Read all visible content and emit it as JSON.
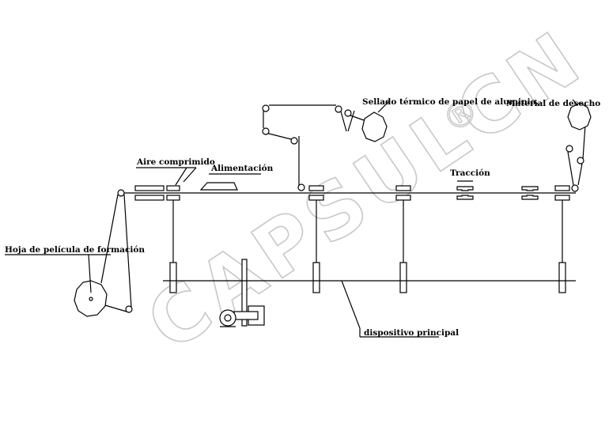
{
  "watermark": {
    "text": "CAPSULCN",
    "mark": "®"
  },
  "labels": {
    "compressed_air": "Aire comprimido",
    "feeding": "Alimentación",
    "forming_film": "Hoja de película de formación",
    "heat_sealing": "Sellado térmico de papel de aluminio.",
    "waste_material": "Material de desecho",
    "traction": "Tracción",
    "main_drive": "dispositivo principal"
  }
}
